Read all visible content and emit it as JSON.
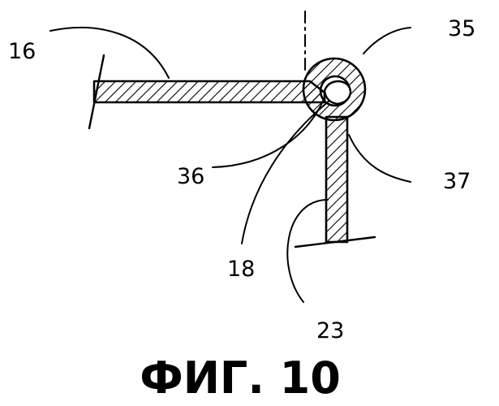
{
  "figure": {
    "caption": "ФИГ. 10",
    "labels": {
      "l16": "16",
      "l35": "35",
      "l36": "36",
      "l37": "37",
      "l18": "18",
      "l23": "23"
    }
  }
}
